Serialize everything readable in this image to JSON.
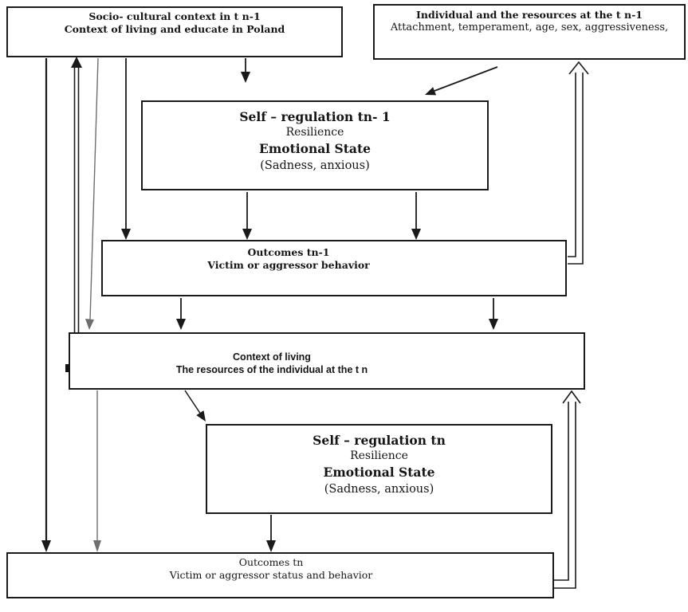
{
  "boxes": {
    "socio": {
      "line1": "Socio- cultural context in t n-1",
      "line2": "Context of living and educate in Poland"
    },
    "individual": {
      "line1": "Individual and the resources at the t n-1",
      "line2": "Attachment, temperament, age, sex, aggressiveness,"
    },
    "selfreg_tn1": {
      "line1": "Self – regulation tn- 1",
      "line2": "Resilience",
      "line3": "Emotional State",
      "line4": "(Sadness, anxious)"
    },
    "outcomes_tn1": {
      "line1": "Outcomes tn-1",
      "line2": "Victim or aggressor behavior"
    },
    "context_tn": {
      "line1": "Context of living",
      "line2": "The resources of the individual at the t n"
    },
    "selfreg_tn": {
      "line1": "Self – regulation tn",
      "line2": "Resilience",
      "line3": "Emotional State",
      "line4": "(Sadness, anxious)"
    },
    "outcomes_tn": {
      "line1": "Outcomes tn",
      "line2": "Victim or aggressor status and behavior"
    }
  },
  "colors": {
    "line": "#1a1a1a",
    "gray_line": "#6e6e6e",
    "box_border": "#1a1a1a",
    "background": "#ffffff"
  }
}
